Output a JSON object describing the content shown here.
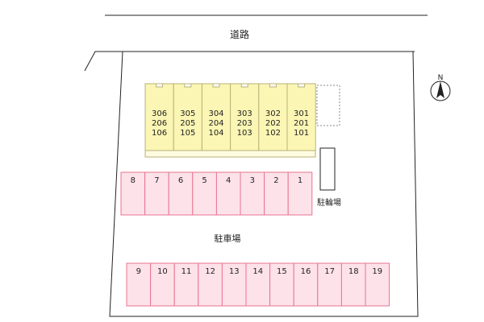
{
  "road_label": "道路",
  "parking_label": "駐車場",
  "bicycle_parking_label": "駐輪場",
  "compass_label": "N",
  "building_units": [
    [
      "306",
      "206",
      "106"
    ],
    [
      "305",
      "205",
      "105"
    ],
    [
      "304",
      "204",
      "104"
    ],
    [
      "303",
      "203",
      "103"
    ],
    [
      "302",
      "202",
      "102"
    ],
    [
      "301",
      "201",
      "101"
    ]
  ],
  "parking_row_upper": [
    "8",
    "7",
    "6",
    "5",
    "4",
    "3",
    "2",
    "1"
  ],
  "parking_row_lower": [
    "9",
    "10",
    "11",
    "12",
    "13",
    "14",
    "15",
    "16",
    "17",
    "18",
    "19"
  ],
  "colors": {
    "building_fill": "#fbf6b4",
    "building_stroke": "#b9b27a",
    "parking_fill": "#fde2ea",
    "parking_stroke": "#e8748f",
    "lot_stroke": "#222222"
  }
}
